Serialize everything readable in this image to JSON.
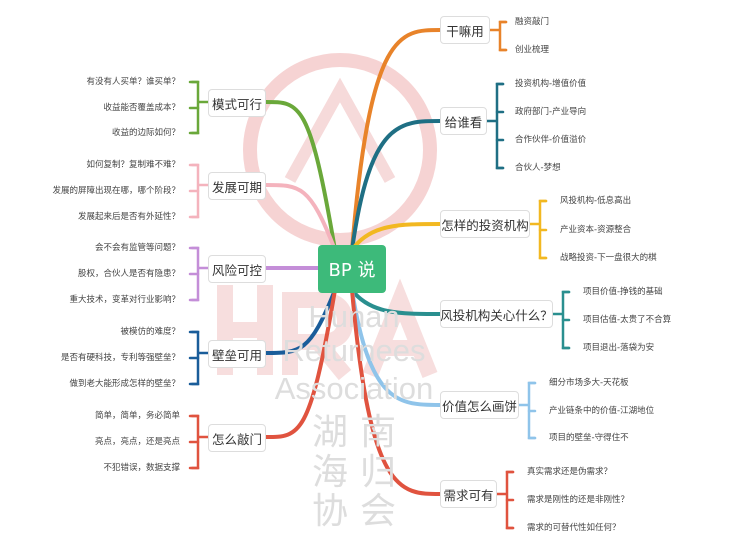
{
  "center": {
    "label": "BP 说",
    "color": "#3dba7a"
  },
  "watermark": {
    "letters": "HRA",
    "line1": "Hunan Returnees",
    "line2": "Association",
    "line3": "湖南海归协会"
  },
  "right_branches": [
    {
      "label": "干嘛用",
      "color": "#e8832a",
      "children": [
        "融资敲门",
        "创业梳理"
      ]
    },
    {
      "label": "给谁看",
      "color": "#1f6f84",
      "children": [
        "投资机构-增值价值",
        "政府部门-产业导向",
        "合作伙伴-价值溢价",
        "合伙人-梦想"
      ]
    },
    {
      "label": "怎样的投资机构",
      "color": "#f2b821",
      "children": [
        "风投机构-低息高出",
        "产业资本-资源整合",
        "战略投资-下一盘很大的棋"
      ]
    },
    {
      "label": "风投机构关心什么？",
      "color": "#2a8f8f",
      "children": [
        "项目价值-挣钱的基础",
        "项目估值-太贵了不合算",
        "项目退出-落袋为安"
      ]
    },
    {
      "label": "价值怎么画饼",
      "color": "#8fc4ea",
      "children": [
        "细分市场多大-天花板",
        "产业链条中的价值-江湖地位",
        "项目的壁垒-守得住不"
      ]
    },
    {
      "label": "需求可有",
      "color": "#e0533f",
      "children": [
        "真实需求还是伪需求？",
        "需求是刚性的还是非刚性？",
        "需求的可替代性如任何？"
      ]
    }
  ],
  "left_branches": [
    {
      "label": "模式可行",
      "color": "#6aa83a",
      "children": [
        "有没有人买单？谁买单？",
        "收益能否覆盖成本？",
        "收益的边际如何？"
      ]
    },
    {
      "label": "发展可期",
      "color": "#f4b3bd",
      "children": [
        "如何复制？复制难不难？",
        "发展的屏障出现在哪，哪个阶段？",
        "发展起来后是否有外延性？"
      ]
    },
    {
      "label": "风险可控",
      "color": "#c48ed8",
      "children": [
        "会不会有监管等问题？",
        "股权，合伙人是否有隐患？",
        "重大技术，变革对行业影响？"
      ]
    },
    {
      "label": "壁垒可用",
      "color": "#1a5d9a",
      "children": [
        "被模仿的难度？",
        "是否有硬科技，专利等强壁垒？",
        "做到老大能形成怎样的壁垒？"
      ]
    },
    {
      "label": "怎么敲门",
      "color": "#e0533f",
      "children": [
        "简单，简单，务必简单",
        "亮点，亮点，还是亮点",
        "不犯错误，数据支撑"
      ]
    }
  ]
}
